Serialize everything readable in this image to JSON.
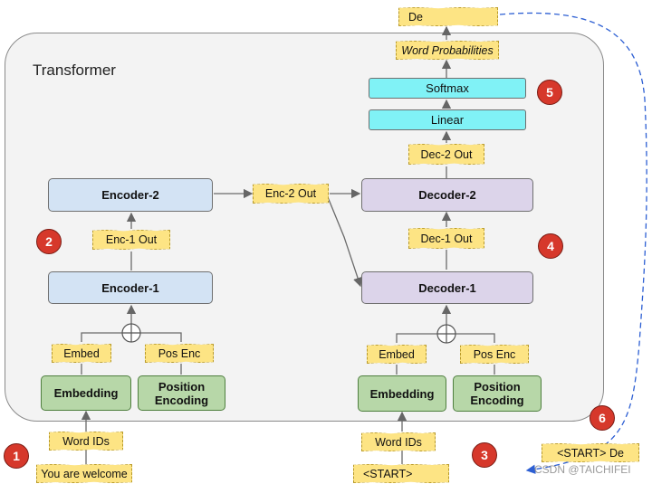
{
  "title": "Transformer",
  "encoder": {
    "encoder2": "Encoder-2",
    "encoder1": "Encoder-1",
    "enc1_out": "Enc-1 Out",
    "embed": "Embed",
    "pos_enc": "Pos Enc",
    "embedding": "Embedding",
    "position_encoding": "Position Encoding",
    "word_ids": "Word IDs",
    "input_text": "You are welcome"
  },
  "enc2_out": "Enc-2 Out",
  "decoder": {
    "decoder2": "Decoder-2",
    "decoder1": "Decoder-1",
    "dec1_out": "Dec-1 Out",
    "dec2_out": "Dec-2 Out",
    "linear": "Linear",
    "softmax": "Softmax",
    "word_probabilities": "Word Probabilities",
    "output_word": "De",
    "embed": "Embed",
    "pos_enc": "Pos Enc",
    "embedding": "Embedding",
    "position_encoding": "Position Encoding",
    "word_ids": "Word IDs",
    "start_token": "<START>",
    "next_input": "<START> De"
  },
  "badges": [
    "1",
    "2",
    "3",
    "4",
    "5",
    "6"
  ],
  "watermark": "CSDN @TAICHIFEI",
  "colors": {
    "badge": "#d6382b",
    "encoder": "#d3e3f4",
    "decoder": "#dcd4ea",
    "embedding": "#b7d7a8",
    "projection": "#80f2f6",
    "tag": "#fde484",
    "feedback_arrow": "#2d5fd3"
  }
}
